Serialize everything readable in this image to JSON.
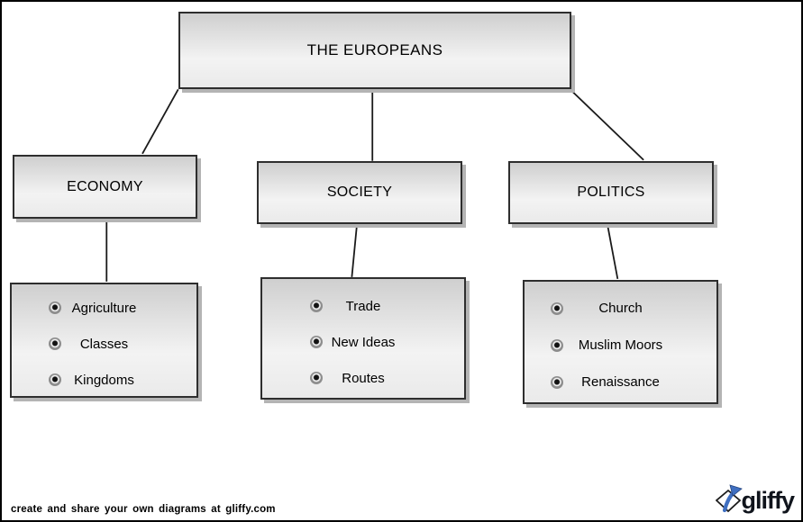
{
  "diagram": {
    "root": {
      "label": "THE EUROPEANS"
    },
    "branches": [
      {
        "label": "ECONOMY",
        "items": [
          "Agriculture",
          "Classes",
          "Kingdoms"
        ]
      },
      {
        "label": "SOCIETY",
        "items": [
          "Trade",
          "New Ideas",
          "Routes"
        ]
      },
      {
        "label": "POLITICS",
        "items": [
          "Church",
          "Muslim Moors",
          "Renaissance"
        ]
      }
    ],
    "bullet_icon": "radio-selected-icon"
  },
  "footer": {
    "tagline": "create and share your own diagrams at gliffy.com",
    "logo_text": "gliffy"
  },
  "colors": {
    "box_fill_top": "#cfcfcf",
    "box_fill_bottom": "#f3f3f3",
    "box_border": "#2e2e2e",
    "box_shadow": "#b4b4b4",
    "connector": "#1a1a1a",
    "canvas_border": "#000000",
    "logo_arrow_blue": "#3f6fc1",
    "logo_text_color": "#10141c"
  }
}
